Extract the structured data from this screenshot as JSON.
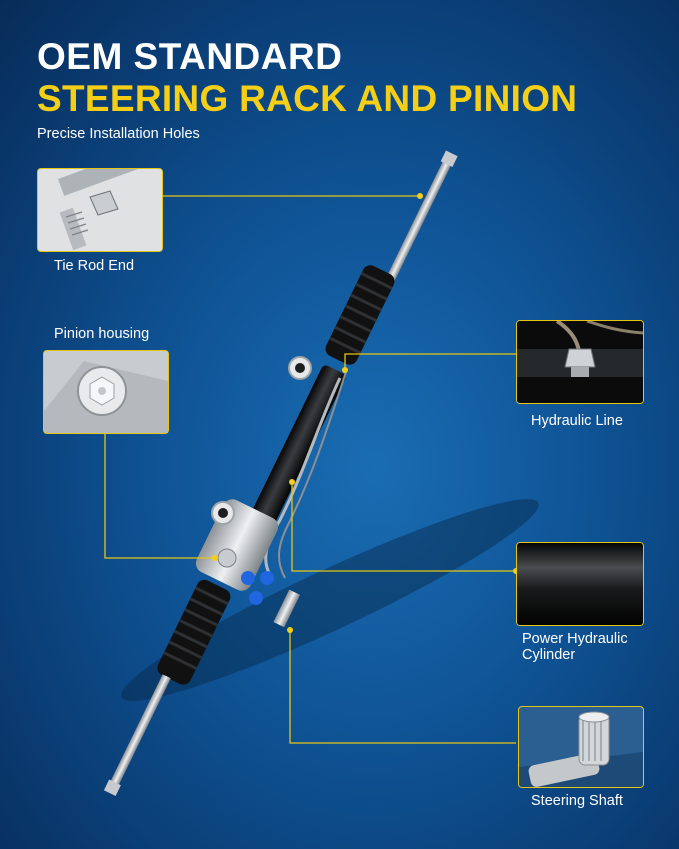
{
  "header": {
    "title_line1": "OEM STANDARD",
    "title_line2": "STEERING RACK AND PINION",
    "subtitle": "Precise Installation Holes"
  },
  "callouts": [
    {
      "label": "Tie Rod End",
      "icon": "tie-rod-end-photo"
    },
    {
      "label": "Pinion housing",
      "icon": "pinion-housing-photo"
    },
    {
      "label": "Hydraulic Line",
      "icon": "hydraulic-line-photo"
    },
    {
      "label": "Power Hydraulic Cylinder",
      "icon": "power-cylinder-photo"
    },
    {
      "label": "Steering Shaft",
      "icon": "steering-shaft-photo"
    }
  ],
  "colors": {
    "accent": "#f5cf16",
    "background": "#0f5496",
    "text": "#ffffff"
  }
}
